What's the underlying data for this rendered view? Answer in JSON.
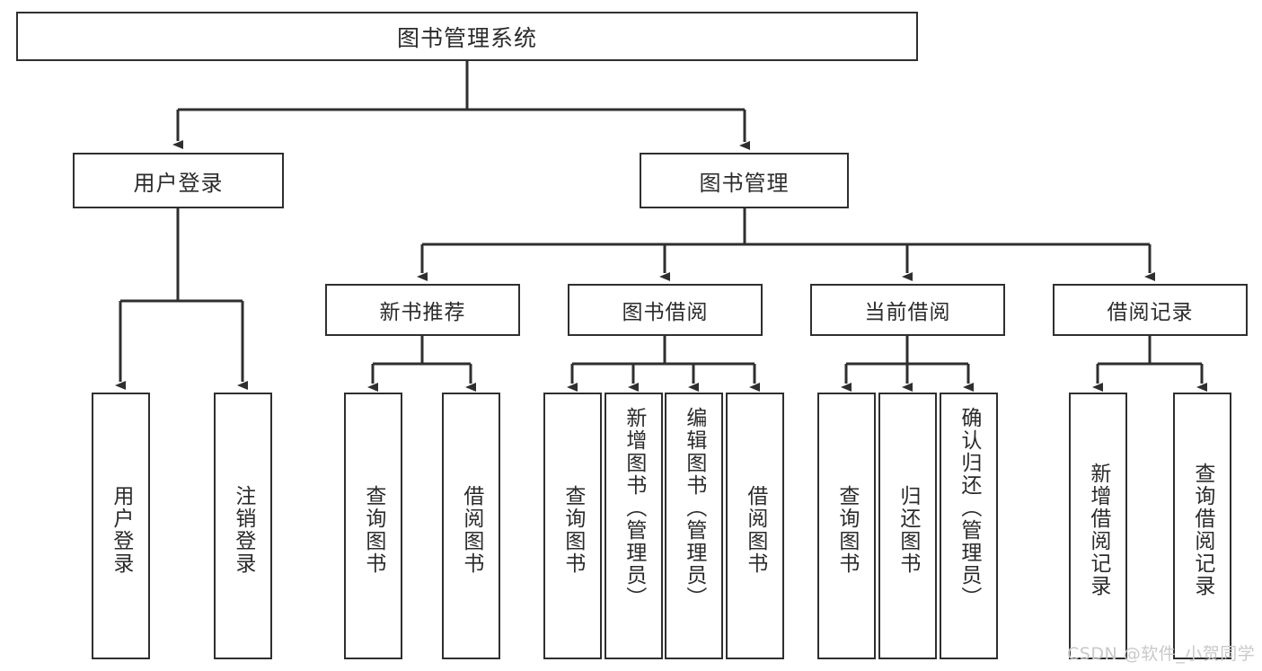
{
  "diagram": {
    "type": "tree",
    "title": "图书管理系统",
    "orientation": "top-down",
    "colors": {
      "box_border": "#2f2f2f",
      "box_fill": "#ffffff",
      "text": "#2b2b2b",
      "connector": "#2f2f2f",
      "background": "#ffffff",
      "watermark": "#c9c9c9"
    },
    "root": {
      "label": "图书管理系统"
    },
    "level1": [
      {
        "label": "用户登录"
      },
      {
        "label": "图书管理"
      }
    ],
    "level2": [
      {
        "label": "新书推荐"
      },
      {
        "label": "图书借阅"
      },
      {
        "label": "当前借阅"
      },
      {
        "label": "借阅记录"
      }
    ],
    "leaves": {
      "user_login": [
        {
          "label": "用户登录"
        },
        {
          "label": "注销登录"
        }
      ],
      "new_book_recommend": [
        {
          "label": "查询图书"
        },
        {
          "label": "借阅图书"
        }
      ],
      "book_borrow": [
        {
          "label": "查询图书"
        },
        {
          "label": "新增图书（管理员）"
        },
        {
          "label": "编辑图书（管理员）"
        },
        {
          "label": "借阅图书"
        }
      ],
      "current_borrow": [
        {
          "label": "查询图书"
        },
        {
          "label": "归还图书"
        },
        {
          "label": "确认归还（管理员）"
        }
      ],
      "borrow_record": [
        {
          "label": "新增借阅记录"
        },
        {
          "label": "查询借阅记录"
        }
      ]
    }
  },
  "watermark": {
    "text": "CSDN @软件_小贺同学"
  }
}
